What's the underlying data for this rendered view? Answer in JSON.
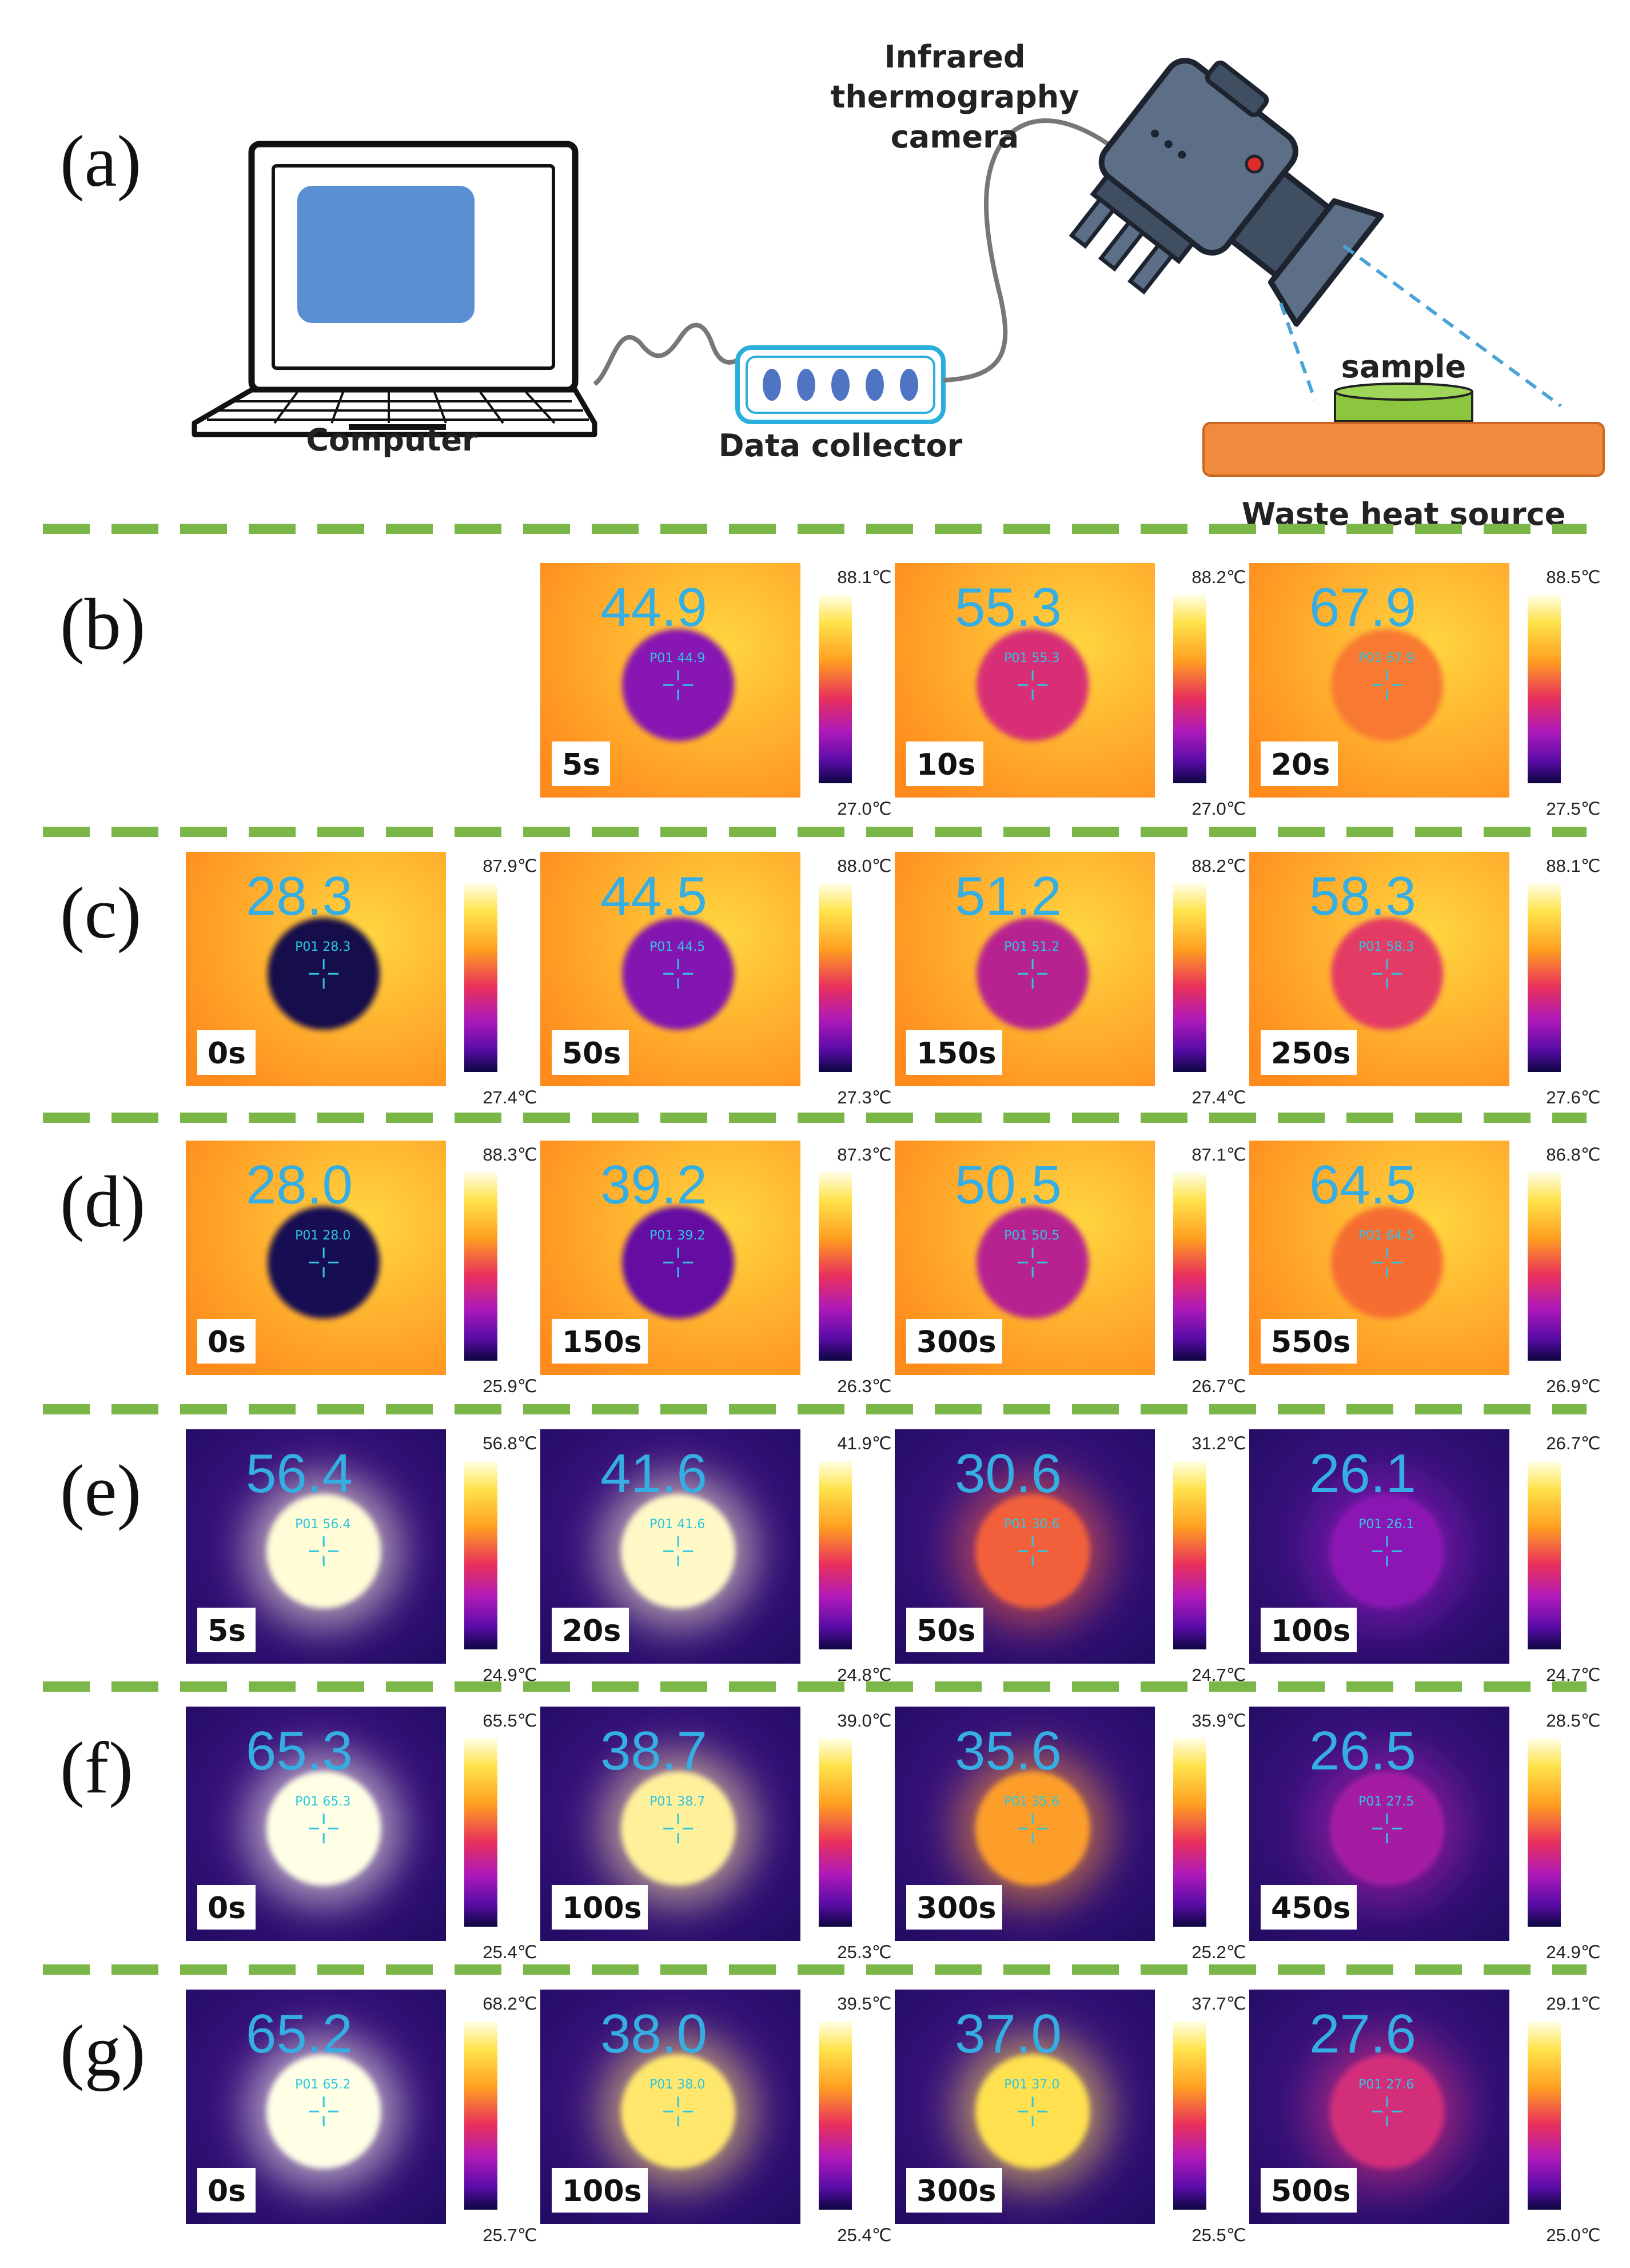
{
  "diagram": {
    "label": "(a)",
    "computer_label": "Computer",
    "collector_label": "Data collector",
    "camera_label": [
      "Infrared",
      "thermography",
      "camera"
    ],
    "sample_label": "sample",
    "heat_label": "Waste heat source"
  },
  "rows": [
    {
      "label": "(b)",
      "heating": true,
      "offset": 1,
      "frames": [
        {
          "value": "44.9",
          "point": "P01 44.9",
          "time": "5s",
          "max": "88.1℃",
          "min": "27.0℃",
          "level": 0.29
        },
        {
          "value": "55.3",
          "point": "P01 55.3",
          "time": "10s",
          "max": "88.2℃",
          "min": "27.0℃",
          "level": 0.46
        },
        {
          "value": "67.9",
          "point": "P01 67.9",
          "time": "20s",
          "max": "88.5℃",
          "min": "27.5℃",
          "level": 0.66
        }
      ]
    },
    {
      "label": "(c)",
      "heating": true,
      "offset": 0,
      "frames": [
        {
          "value": "28.3",
          "point": "P01 28.3",
          "time": "0s",
          "max": "87.9℃",
          "min": "27.4℃",
          "level": 0.02
        },
        {
          "value": "44.5",
          "point": "P01 44.5",
          "time": "50s",
          "max": "88.0℃",
          "min": "27.3℃",
          "level": 0.28
        },
        {
          "value": "51.2",
          "point": "P01 51.2",
          "time": "150s",
          "max": "88.2℃",
          "min": "27.4℃",
          "level": 0.39
        },
        {
          "value": "58.3",
          "point": "P01 58.3",
          "time": "250s",
          "max": "88.1℃",
          "min": "27.6℃",
          "level": 0.5
        }
      ]
    },
    {
      "label": "(d)",
      "heating": true,
      "offset": 0,
      "frames": [
        {
          "value": "28.0",
          "point": "P01 28.0",
          "time": "0s",
          "max": "88.3℃",
          "min": "25.9℃",
          "level": 0.03
        },
        {
          "value": "39.2",
          "point": "P01 39.2",
          "time": "150s",
          "max": "87.3℃",
          "min": "26.3℃",
          "level": 0.21
        },
        {
          "value": "50.5",
          "point": "P01 50.5",
          "time": "300s",
          "max": "87.1℃",
          "min": "26.7℃",
          "level": 0.39
        },
        {
          "value": "64.5",
          "point": "P01 64.5",
          "time": "550s",
          "max": "86.8℃",
          "min": "26.9℃",
          "level": 0.63
        }
      ]
    },
    {
      "label": "(e)",
      "heating": false,
      "offset": 0,
      "frames": [
        {
          "value": "56.4",
          "point": "P01 56.4",
          "time": "5s",
          "max": "56.8℃",
          "min": "24.9℃",
          "level": 0.99
        },
        {
          "value": "41.6",
          "point": "P01 41.6",
          "time": "20s",
          "max": "41.9℃",
          "min": "24.8℃",
          "level": 0.98
        },
        {
          "value": "30.6",
          "point": "P01 30.6",
          "time": "50s",
          "max": "31.2℃",
          "min": "24.7℃",
          "level": 0.6
        },
        {
          "value": "26.1",
          "point": "P01 26.1",
          "time": "100s",
          "max": "26.7℃",
          "min": "24.7℃",
          "level": 0.3
        }
      ]
    },
    {
      "label": "(f)",
      "heating": false,
      "offset": 0,
      "frames": [
        {
          "value": "65.3",
          "point": "P01 65.3",
          "time": "0s",
          "max": "65.5℃",
          "min": "25.4℃",
          "level": 1.0
        },
        {
          "value": "38.7",
          "point": "P01 38.7",
          "time": "100s",
          "max": "39.0℃",
          "min": "25.3℃",
          "level": 0.95
        },
        {
          "value": "35.6",
          "point": "P01 35.6",
          "time": "300s",
          "max": "35.9℃",
          "min": "25.2℃",
          "level": 0.75
        },
        {
          "value": "26.5",
          "point": "P01 27.5",
          "time": "450s",
          "max": "28.5℃",
          "min": "24.9℃",
          "level": 0.35
        }
      ]
    },
    {
      "label": "(g)",
      "heating": false,
      "offset": 0,
      "frames": [
        {
          "value": "65.2",
          "point": "P01 65.2",
          "time": "0s",
          "max": "68.2℃",
          "min": "25.7℃",
          "level": 1.0
        },
        {
          "value": "38.0",
          "point": "P01 38.0",
          "time": "100s",
          "max": "39.5℃",
          "min": "25.4℃",
          "level": 0.92
        },
        {
          "value": "37.0",
          "point": "P01 37.0",
          "time": "300s",
          "max": "37.7℃",
          "min": "25.5℃",
          "level": 0.9
        },
        {
          "value": "27.6",
          "point": "P01 27.6",
          "time": "500s",
          "max": "29.1℃",
          "min": "25.0℃",
          "level": 0.45
        }
      ]
    }
  ]
}
